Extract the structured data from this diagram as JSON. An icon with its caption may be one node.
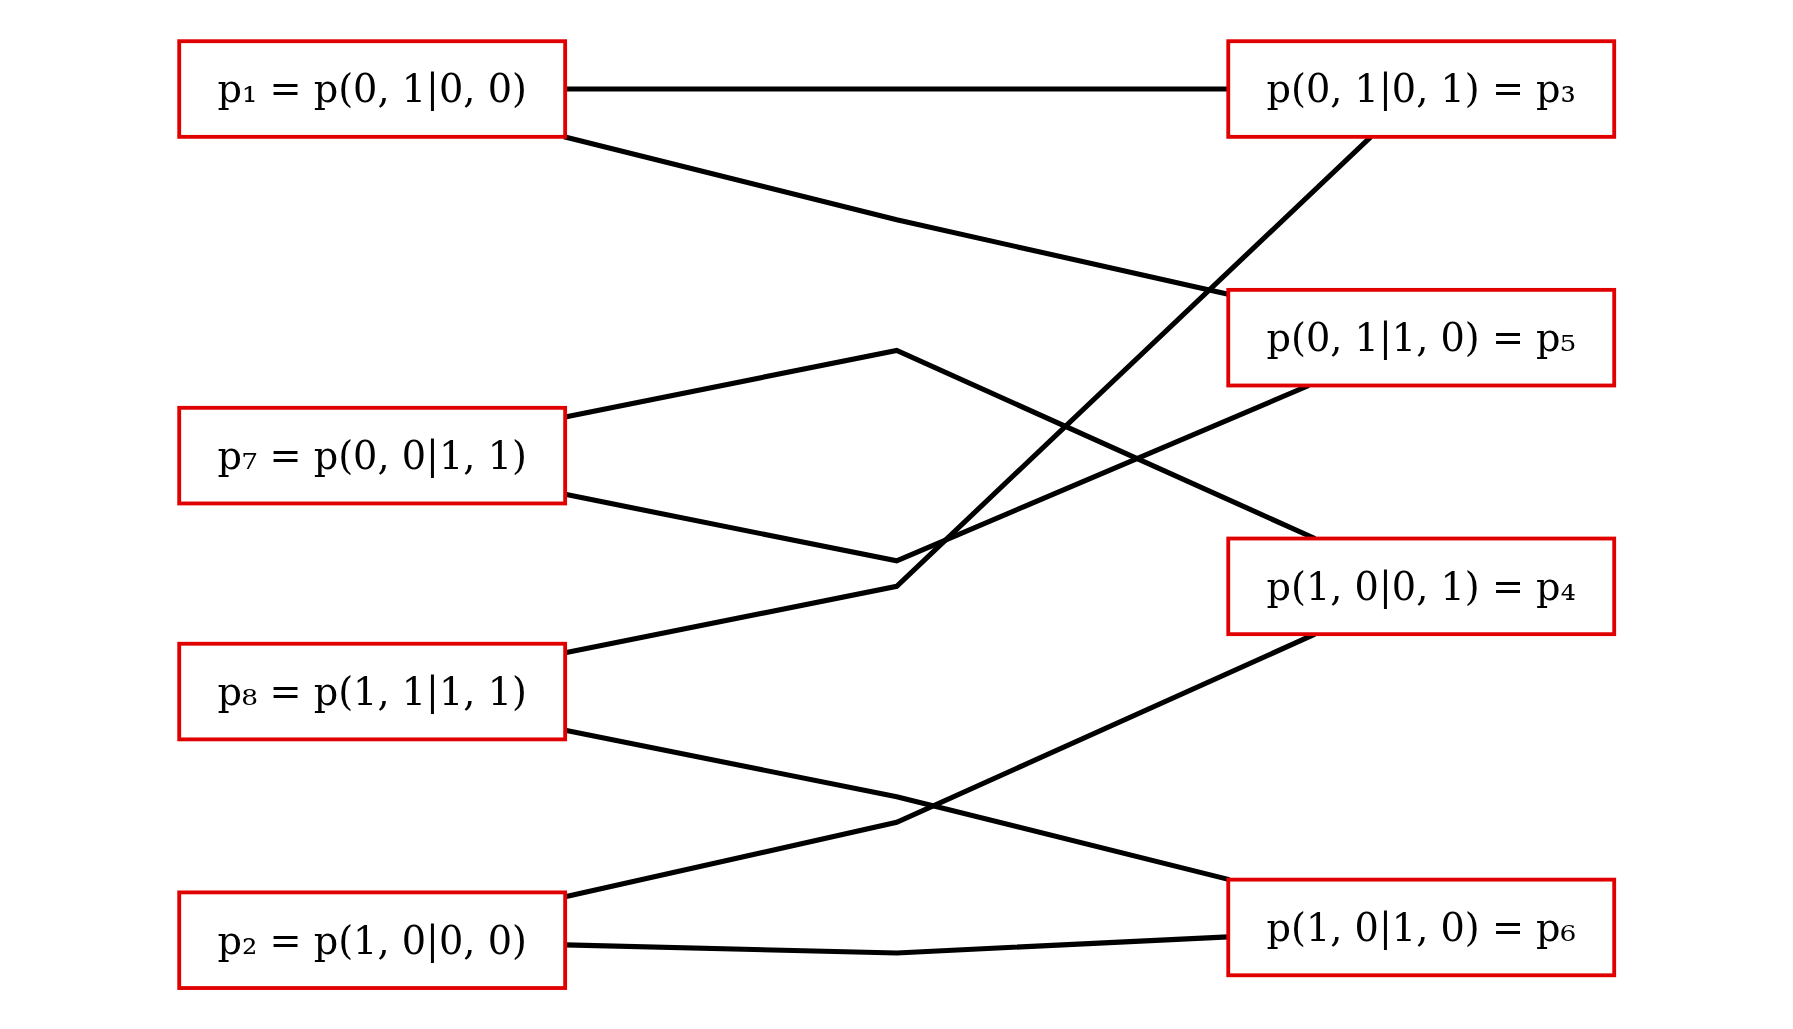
{
  "diagram": {
    "nodes": [
      {
        "text": [
          "p₁ = p(0, 1|0, 0)"
        ]
      },
      {
        "text": [
          "p(0, 1|0, 1) = p₃"
        ]
      },
      {
        "text": [
          "p₂ = p(1, 0|0, 0)"
        ]
      },
      {
        "text": [
          "p(1, 0|0, 1) = p₄"
        ]
      },
      {
        "text": [
          "p₇ = p(0, 0|1, 1)"
        ]
      },
      {
        "text": [
          "p(0, 1|1, 0) = p₅"
        ]
      },
      {
        "text": [
          "p₈ = p(1, 1|1, 1)"
        ]
      },
      {
        "text": [
          "p(1, 0|1, 0) = p₆"
        ]
      }
    ],
    "edges": [
      {
        "from": 0,
        "to": 1,
        "arrow": "none"
      },
      {
        "from": 0,
        "to": 5,
        "arrow": "none"
      },
      {
        "from": 2,
        "to": 3,
        "arrow": "none"
      },
      {
        "from": 2,
        "to": 7,
        "arrow": "none"
      },
      {
        "from": 4,
        "to": 3,
        "arrow": "none"
      },
      {
        "from": 4,
        "to": 5,
        "arrow": "none"
      },
      {
        "from": 6,
        "to": 1,
        "arrow": "none"
      },
      {
        "from": 6,
        "to": 7,
        "arrow": "none"
      }
    ]
  }
}
